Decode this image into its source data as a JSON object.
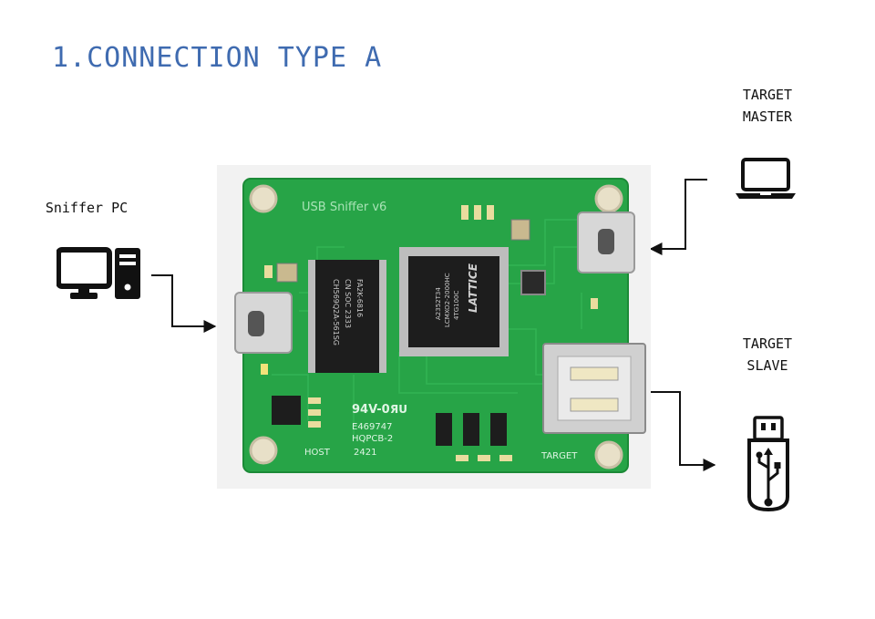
{
  "title": "1.CONNECTION TYPE A",
  "pc": {
    "label": "Sniffer PC",
    "icon": "desktop-computer-icon"
  },
  "master": {
    "line1": "TARGET",
    "line2": "MASTER",
    "icon": "laptop-icon"
  },
  "slave": {
    "line1": "TARGET",
    "line2": "SLAVE",
    "icon": "usb-flash-drive-icon"
  },
  "board": {
    "silk_title": "USB Sniffer v6",
    "fpga_brand": "LATTICE",
    "fpga_part": "LCMXO2-2000HC",
    "fpga_code1": "4TG100C",
    "fpga_code2": "A2352T34",
    "ic_left_1": "CH569Q2A-561SG",
    "ic_left_2": "CN  SOC  2333",
    "ic_left_3": "FA2K-6816",
    "rating": "94V-0",
    "ul_mark": "ЯU",
    "cert": "E469747",
    "maker": "HQPCB-2",
    "date_code": "2421",
    "host_label": "HOST",
    "target_label": "TARGET"
  },
  "colors": {
    "title": "#3f6bb0",
    "pcb": "#27a447",
    "pcb_dark": "#1c8a37",
    "icon": "#111111"
  }
}
